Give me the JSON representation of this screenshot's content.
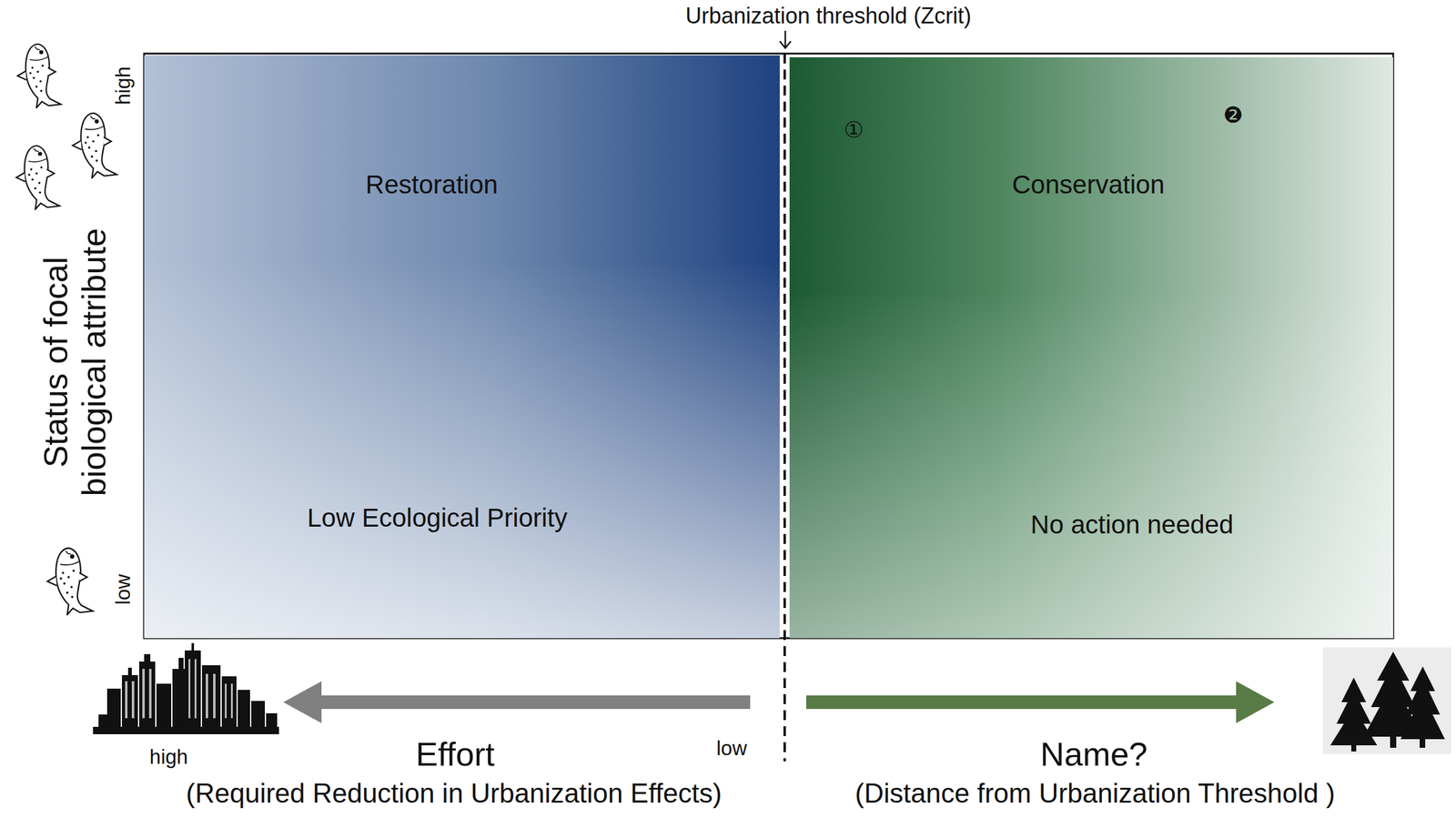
{
  "diagram": {
    "nodes": [
      {
        "text": [
          "Restoration",
          "Low Ecological Priority"
        ]
      },
      {
        "text": [
          "Conservation",
          "No action needed"
        ]
      }
    ],
    "labels": [
      "Urbanization threshold (Zcrit)",
      "①",
      "❷",
      "high",
      "Status of focal biological attribute",
      "low",
      "high",
      "Effort",
      "low",
      "(Required Reduction in Urbanization Effects)",
      "Name?",
      "(Distance from Urbanization Threshold )"
    ]
  }
}
